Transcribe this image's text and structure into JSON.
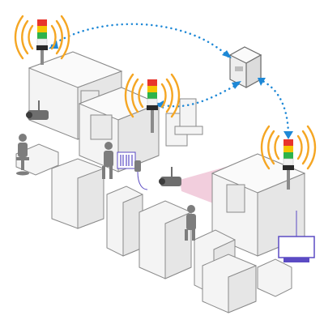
{
  "scene": {
    "components": [
      "signal-tower-left",
      "signal-tower-center",
      "signal-tower-right",
      "wireless-receiver",
      "surveillance-camera-left",
      "surveillance-camera-right",
      "barcode-scanner",
      "monitor",
      "machines",
      "workers"
    ]
  },
  "colors": {
    "outline": "#8a8a8a",
    "machine_fill": "#f4f4f4",
    "machine_side": "#e6e6e6",
    "person": "#7d7d7d",
    "tower_red": "#e8352c",
    "tower_yellow": "#f5c400",
    "tower_green": "#2db34a",
    "tower_white": "#f0f0f0",
    "signal_wave": "#f5a623",
    "link_dots": "#1e88d6",
    "camera_beam": "#e7a6c1",
    "camera_body": "#6e6e6e",
    "scanner_accent": "#5b4bc4",
    "monitor_accent": "#5b4bc4"
  }
}
